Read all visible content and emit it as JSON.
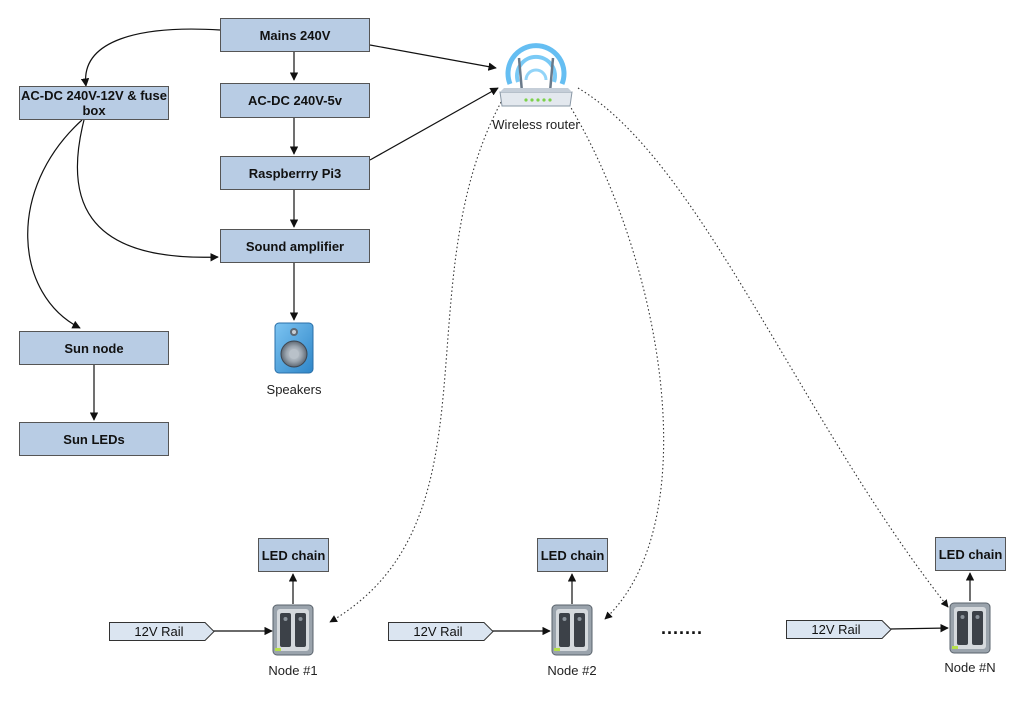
{
  "boxes": {
    "mains": "Mains 240V",
    "acdc12": "AC-DC 240V-12V & fuse box",
    "acdc5": "AC-DC 240V-5v",
    "rpi": "Raspberrry Pi3",
    "amp": "Sound amplifier",
    "sun_node": "Sun node",
    "sun_leds": "Sun LEDs",
    "led_chain": "LED chain"
  },
  "labels": {
    "router": "Wireless router",
    "speakers": "Speakers",
    "node1": "Node #1",
    "node2": "Node #2",
    "nodeN": "Node #N",
    "rail": "12V Rail",
    "ellipsis": "......."
  },
  "colors": {
    "box_fill": "#b8cce4",
    "rail_fill": "#dbe5f1",
    "router_signal": "#4ab3f0",
    "speaker_body": "#4aa6e0"
  },
  "icons": {
    "router": "wireless-router-icon",
    "speaker": "speaker-icon",
    "node": "nas-server-icon"
  }
}
